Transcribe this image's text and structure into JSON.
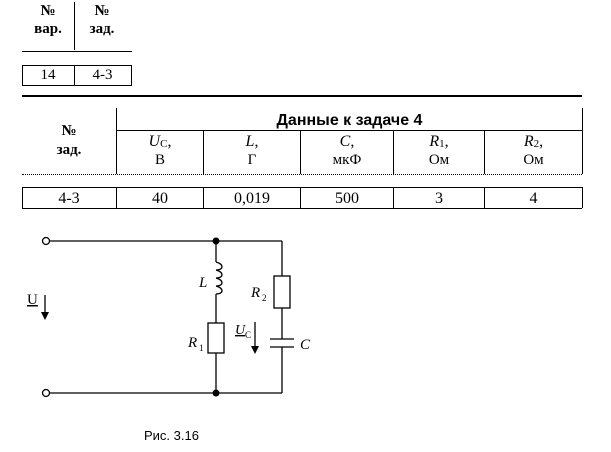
{
  "variant_table": {
    "headers": [
      "№",
      "вар.",
      "№",
      "зад."
    ],
    "values": [
      "14",
      "4-3"
    ]
  },
  "data_table": {
    "title": "Данные к задаче 4",
    "task_header": [
      "№",
      "зад."
    ],
    "columns": [
      {
        "sym": "U",
        "sub": "C",
        "unit": "В"
      },
      {
        "sym": "L",
        "sub": "",
        "unit": "Г"
      },
      {
        "sym": "C",
        "sub": "",
        "unit": "мкФ"
      },
      {
        "sym": "R",
        "sub": "1",
        "unit": "Ом"
      },
      {
        "sym": "R",
        "sub": "2",
        "unit": "Ом"
      }
    ],
    "row": [
      "4-3",
      "40",
      "0,019",
      "500",
      "3",
      "4"
    ]
  },
  "circuit": {
    "labels": {
      "U": "U",
      "L": "L",
      "R1": "R",
      "R1_sub": "1",
      "R2": "R",
      "R2_sub": "2",
      "Uc": "U",
      "Uc_sub": "C",
      "C": "C"
    }
  },
  "caption": "Рис. 3.16"
}
